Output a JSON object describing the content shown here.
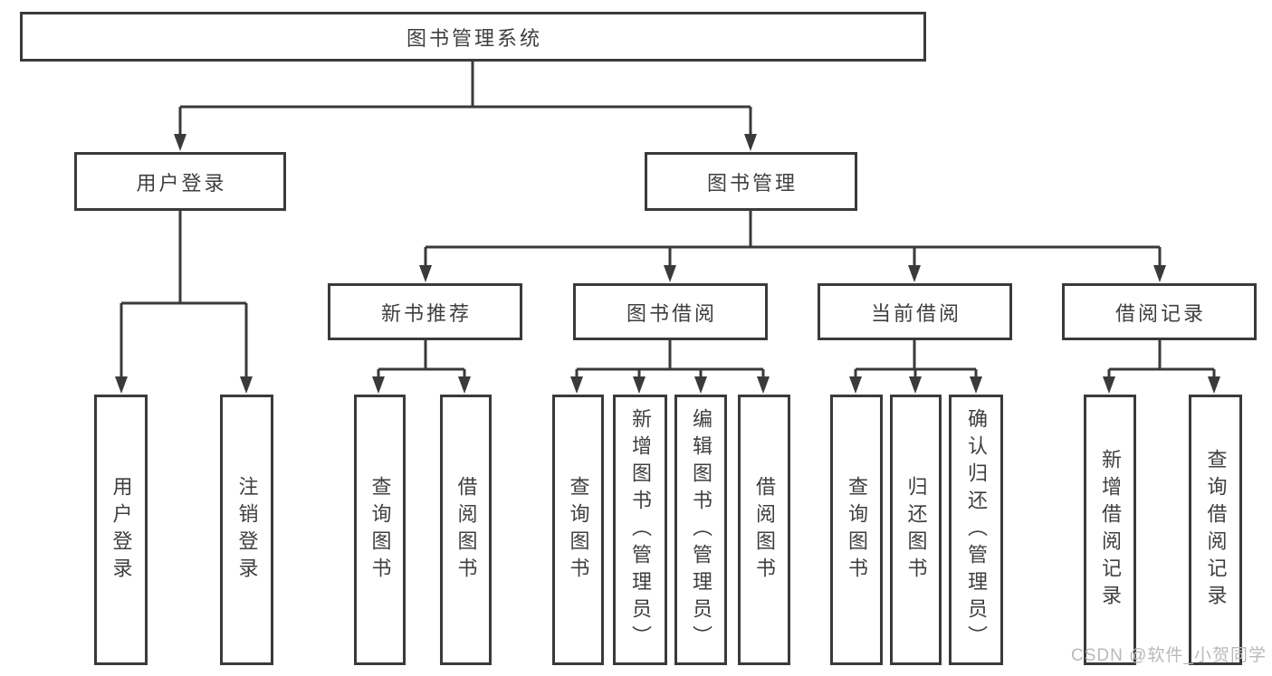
{
  "tree": {
    "label": "图书管理系统",
    "children": [
      {
        "label": "用户登录",
        "children": [
          {
            "label": "用户登录"
          },
          {
            "label": "注销登录"
          }
        ]
      },
      {
        "label": "图书管理",
        "children": [
          {
            "label": "新书推荐",
            "children": [
              {
                "label": "查询图书"
              },
              {
                "label": "借阅图书"
              }
            ]
          },
          {
            "label": "图书借阅",
            "children": [
              {
                "label": "查询图书"
              },
              {
                "label": "新增图书（管理员）"
              },
              {
                "label": "编辑图书（管理员）"
              },
              {
                "label": "借阅图书"
              }
            ]
          },
          {
            "label": "当前借阅",
            "children": [
              {
                "label": "查询图书"
              },
              {
                "label": "归还图书"
              },
              {
                "label": "确认归还（管理员）"
              }
            ]
          },
          {
            "label": "借阅记录",
            "children": [
              {
                "label": "新增借阅记录"
              },
              {
                "label": "查询借阅记录"
              }
            ]
          }
        ]
      }
    ]
  },
  "watermark": {
    "text": "CSDN @软件_小贺同学"
  },
  "colors": {
    "line": "#3a3a3a",
    "text": "#3f3f3f",
    "watermark": "#b9b9b9",
    "background": "#ffffff"
  }
}
